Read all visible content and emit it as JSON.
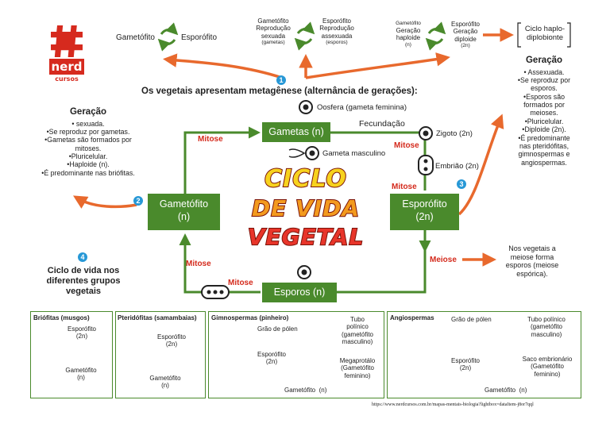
{
  "logo": {
    "line1": "nerd",
    "line2": "cursos"
  },
  "top": {
    "a_left": "Gametófito",
    "a_right": "Esporófito",
    "b_left_1": "Gametófito",
    "b_left_2": "Reprodução",
    "b_left_3": "sexuada",
    "b_left_4": "(gametas)",
    "b_right_1": "Esporófito",
    "b_right_2": "Reprodução",
    "b_right_3": "assexuada",
    "b_right_4": "(esporos)",
    "c_left_1": "Gametófito",
    "c_left_2": "Geração",
    "c_left_3": "haploide",
    "c_left_4": "(n)",
    "c_right_1": "Esporófito",
    "c_right_2": "Geração",
    "c_right_3": "diploide",
    "c_right_4": "(2n)",
    "haplo_1": "Ciclo haplo-",
    "haplo_2": "diplobionte"
  },
  "main_title": "Os vegetais apresentam metagênese (alternância de gerações):",
  "numbers": {
    "n1": "1",
    "n2": "2",
    "n3": "3",
    "n4": "4"
  },
  "left_info": {
    "title": "Geração",
    "lines": [
      "• sexuada.",
      "•Se reproduz por gametas.",
      "•Gametas são formados por",
      "mitoses.",
      "•Pluricelular.",
      "•Haploide (n).",
      "•É predominante  nas briófitas."
    ]
  },
  "right_info": {
    "title": "Geração",
    "lines": [
      "• Assexuada.",
      "•Se reproduz por",
      "esporos.",
      "•Esporos são",
      "formados por",
      "meioses.",
      "•Pluricelular.",
      "•Diploide (2n).",
      "•É predominante",
      "nas pteridófitas,",
      "gimnospermas e",
      "angiospermas."
    ]
  },
  "cycle": {
    "oosfera": "Oosfera (gameta feminina)",
    "gametas": "Gametas (n)",
    "fecundacao": "Fecundação",
    "zigoto": "Zigoto (2n)",
    "gameta_masc": "Gameta masculino",
    "embriao": "Embrião (2n)",
    "gametofito_1": "Gametófito",
    "gametofito_2": "(n)",
    "esporofito_1": "Esporófito",
    "esporofito_2": "(2n)",
    "esporos": "Esporos (n)",
    "mitose1": "Mitose",
    "mitose2": "Mitose",
    "mitose3": "Mitose",
    "mitose4": "Mitose",
    "mitose5": "Mitose",
    "meiose": "Meiose",
    "meiose_note": [
      "Nos vegetais a",
      "meiose forma",
      "esporos (meiose",
      "espórica)."
    ],
    "center_1": "CICLO",
    "center_2": "DE VIDA",
    "center_3": "VEGETAL"
  },
  "groups_title": [
    "Ciclo de vida nos",
    "diferentes grupos",
    "vegetais"
  ],
  "panels": {
    "briofitas": {
      "title": "Briófitas (musgos)",
      "espo_1": "Esporófito",
      "espo_2": "(2n)",
      "game_1": "Gametófito",
      "game_2": "(n)"
    },
    "pteridofitas": {
      "title": "Pteridófitas (samambaias)",
      "espo_1": "Esporófito",
      "espo_2": "(2n)",
      "game_1": "Gametófito",
      "game_2": "(n)"
    },
    "gimnospermas": {
      "title": "Gimnospermas (pinheiro)",
      "grao": "Grão de pólen",
      "tubo": [
        "Tubo",
        "polínico",
        "(gametófito",
        "masculino)"
      ],
      "espo_1": "Esporófito",
      "espo_2": "(2n)",
      "mega": [
        "Megaprotálo",
        "(Gametófito",
        "feminino)"
      ],
      "game": "Gametófito  (n)"
    },
    "angiospermas": {
      "title": "Angiospermas",
      "grao": "Grão de pólen",
      "tubo": [
        "Tubo polínico",
        "(gametófito",
        "masculino)"
      ],
      "espo_1": "Esporófito",
      "espo_2": "(2n)",
      "saco": [
        "Saco embrionário",
        "(Gametófito",
        "feminino)"
      ],
      "game": "Gametófito  (n)"
    }
  },
  "footer_url": "https://www.nerdcursos.com.br/mapas-mentais-biologia?lightbox=dataItem-j8or7qql",
  "colors": {
    "green": "#4a8a2c",
    "orange": "#e8692d",
    "red": "#d42a1c",
    "blue": "#2798d6"
  }
}
